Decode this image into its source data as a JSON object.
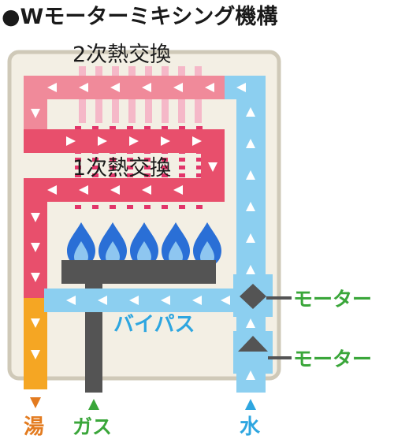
{
  "title": "●Wモーターミキシング機構",
  "heat_exchanger_2": "2次熱交換",
  "heat_exchanger_1": "1次熱交換",
  "bypass_label": "バイパス",
  "motor_label_1": "モーター",
  "motor_label_2": "モーター",
  "outlet_hot_water": "湯",
  "inlet_gas": "ガス",
  "inlet_water": "水",
  "colors": {
    "hot_pipe": "#e84f6c",
    "warm_pipe": "#f08a9a",
    "cold_pipe": "#8ccff0",
    "outlet_pipe": "#f5a623",
    "burner_body": "#545454",
    "flame_outer": "#2a6fd6",
    "flame_inner": "#8ec6f0",
    "cabinet": "#f3efe4",
    "cabinet_border": "#cfc9b8",
    "label_green": "#3aa63a",
    "label_blue": "#2ea6e0",
    "label_orange": "#e37b1f"
  }
}
